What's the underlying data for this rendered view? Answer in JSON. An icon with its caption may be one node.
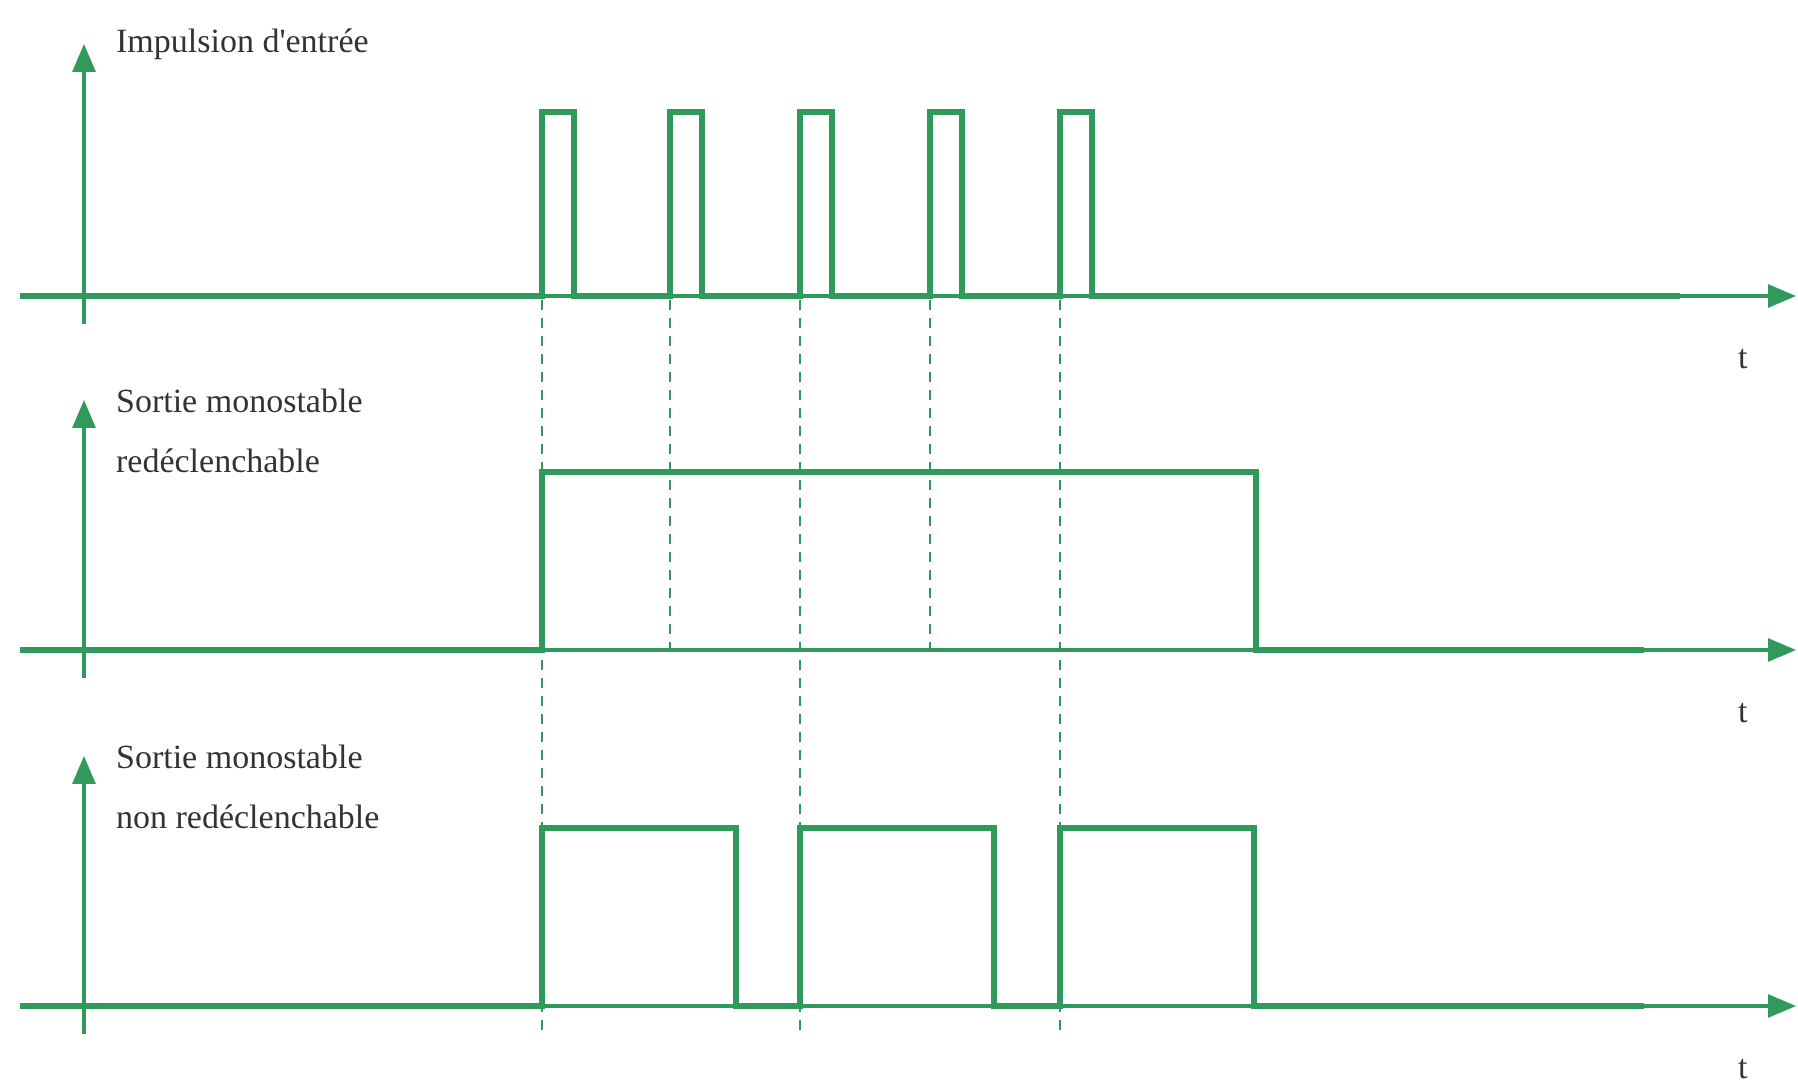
{
  "diagram": {
    "labels": [
      "Impulsion d'entrée",
      "t",
      "Sortie monostable redéclenchable",
      "t",
      "Sortie monostable non redéclenchable",
      "t"
    ]
  }
}
